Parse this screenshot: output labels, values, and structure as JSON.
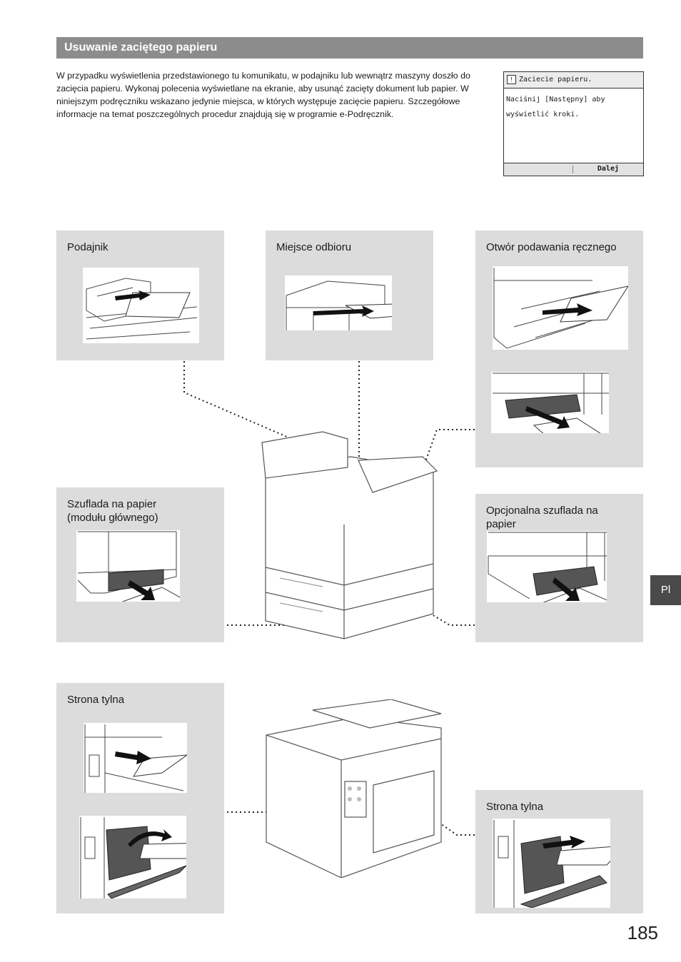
{
  "header": {
    "title": "Usuwanie zaciętego papieru"
  },
  "intro": "W przypadku wyświetlenia przedstawionego tu komunikatu, w podajniku lub wewnątrz maszyny doszło do zacięcia papieru. Wykonaj polecenia wyświetlane na ekranie, aby usunąć zacięty dokument lub papier. W niniejszym podręczniku wskazano jedynie miejsca, w których występuje zacięcie papieru. Szczegółowe informacje na temat poszczególnych procedur znajdują się w programie e-Podręcznik.",
  "lcd": {
    "title": "Zaciecie papieru.",
    "line1": "Naciśnij [Następny] aby",
    "line2": "wyświetlić kroki.",
    "button": "Dalej"
  },
  "panels": {
    "podajnik": "Podajnik",
    "miejsce_odbioru": "Miejsce odbioru",
    "otwor": "Otwór podawania ręcznego",
    "szuflada_line1": "Szuflada na papier",
    "szuflada_line2": "(modułu głównego)",
    "opcjonalna_line1": "Opcjonalna szuflada na",
    "opcjonalna_line2": "papier",
    "strona_tylna_left": "Strona tylna",
    "strona_tylna_right": "Strona tylna"
  },
  "lang_tab": "Pl",
  "page_number": "185"
}
